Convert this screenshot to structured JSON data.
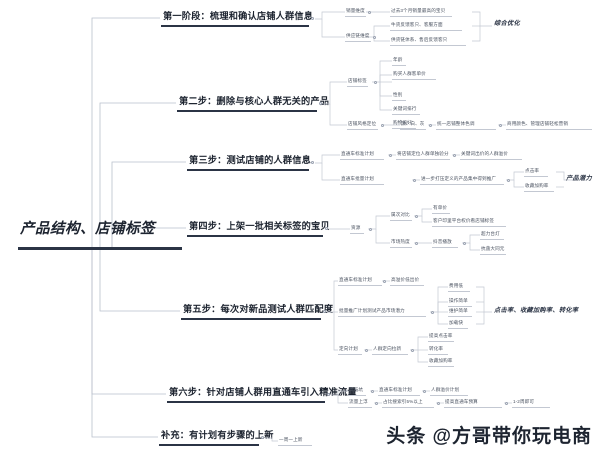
{
  "root": {
    "label": "产品结构、店铺标签"
  },
  "watermark": "头条 @方哥带你玩电商",
  "colors": {
    "root_rule": "#2b3445",
    "branch_rule": "#2b3445",
    "sub_rule": "#c3c8d2",
    "text": "#4a5260",
    "background": "#ffffff"
  },
  "branches": [
    {
      "label": "第一阶段：梳理和确认店铺人群信息",
      "result": "综合优化",
      "subs": [
        {
          "label": "销量维度",
          "leaves": [
            "过去3个月销量最高的宝贝"
          ]
        },
        {
          "label": "供应链维度",
          "leaves": [
            "牛货反馈客只、客服方面",
            "供货链体系、售后反馈客只"
          ]
        }
      ]
    },
    {
      "label": "第二步：删除与核心人群无关的产品",
      "result": "",
      "subs": [
        {
          "label": "店铺标签",
          "leaves": [
            "年龄",
            "购买人群客单价",
            "性别",
            "关键词排行",
            "购物偏好"
          ]
        },
        {
          "label": "店铺风格定位",
          "leaves": [
            "黑、白、灰",
            "统一店铺整体色调",
            "商用颜色、管理店铺轻松营销"
          ]
        }
      ]
    },
    {
      "label": "第三步：测试店铺的人群信息",
      "result": "产品潜力",
      "subs": [
        {
          "label": "直通车标准计划",
          "leaves": [
            "将店铺定位人群单独验分",
            "关键词出价的人群溢价"
          ]
        },
        {
          "label": "直通车批量计划",
          "leaves": [
            "进一步打压定义的产品集中得到推广",
            "点击率",
            "收藏加购率"
          ]
        }
      ]
    },
    {
      "label": "第四步：上架一批相关标签的宝贝",
      "result": "",
      "subs": [
        {
          "label": "资源",
          "leaves": [
            "属次对比",
            "有单价",
            "客户印里平台权价看店铺标签",
            "市场热度",
            "抖音播放",
            "超力台灯",
            "抗菌大同元"
          ]
        }
      ]
    },
    {
      "label": "第五步：每次对新品测试人群匹配度",
      "result": "点击率、收藏加购率、转化率",
      "subs": [
        {
          "label": "直通车标准计划",
          "leaves": [
            "高溢价低出价"
          ]
        },
        {
          "label": "批量推广计划测试产品市场潜力",
          "leaves": [
            "费用低",
            "操作简单",
            "维护简单",
            "加载快"
          ]
        },
        {
          "label": "定向计划",
          "leaves": [
            "人群定向拉新",
            "提高点击率",
            "转化率",
            "收藏加购率"
          ]
        }
      ]
    },
    {
      "label": "第六步：针对店铺人群用直通车引入精准流量",
      "result": "",
      "subs": [
        {
          "label": "降低坑",
          "leaves": [
            "直通车标准计划",
            "人群溢价计划"
          ]
        },
        {
          "label": "流量上浮",
          "leaves": [
            "占比搜索引5%以上",
            "提高直通车预算",
            "1-2周即可"
          ]
        }
      ]
    },
    {
      "label": "补充：有计划有步骤的上新",
      "result": "",
      "subs": [
        {
          "label": "一周一上新",
          "leaves": []
        }
      ]
    }
  ]
}
